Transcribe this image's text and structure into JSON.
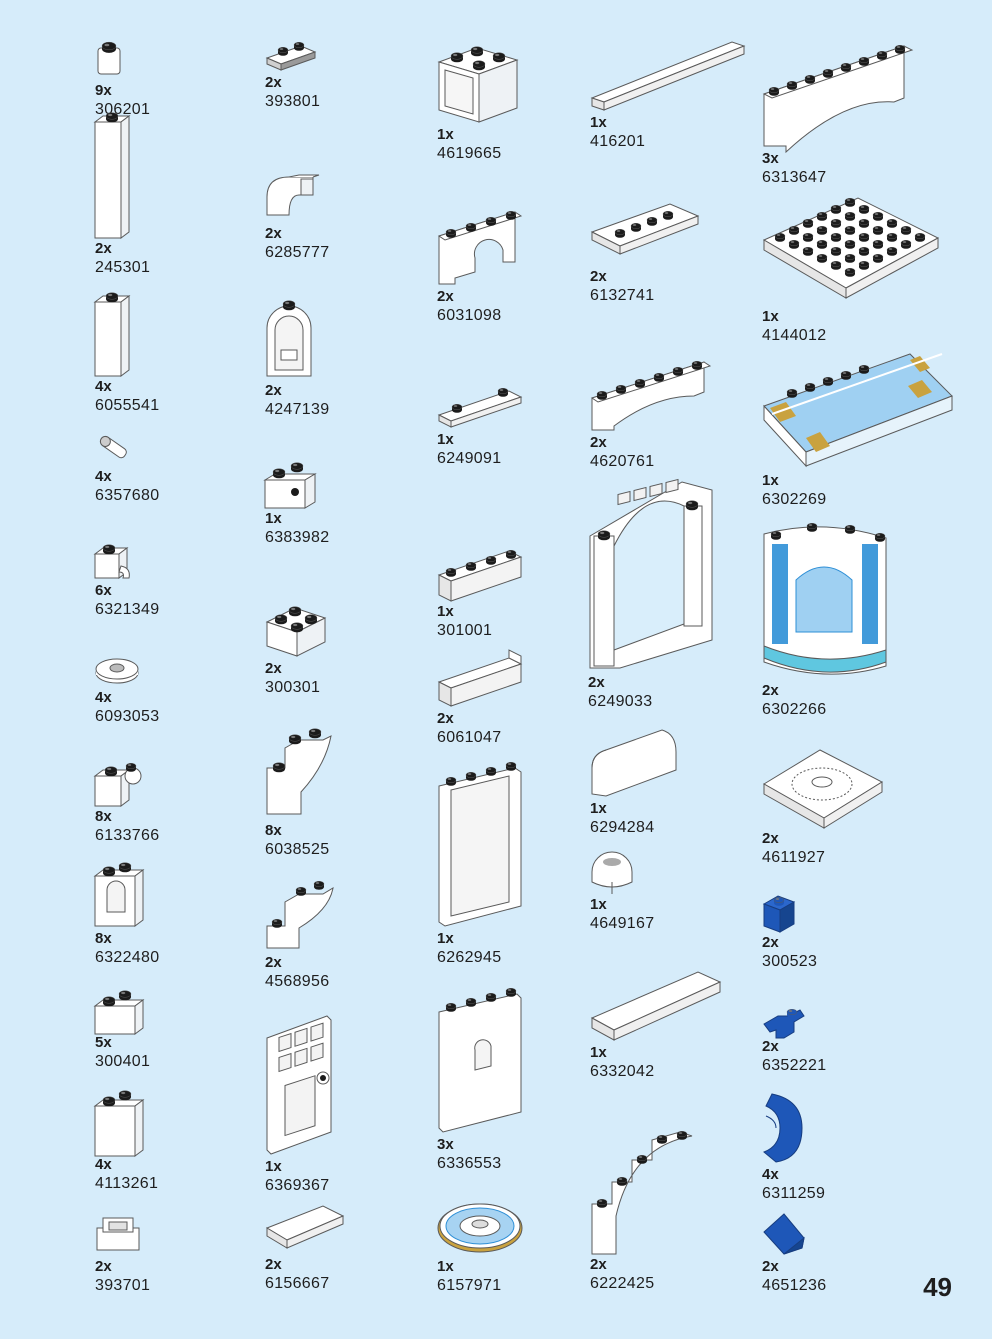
{
  "page_number": "49",
  "parts": [
    {
      "qty": "9x",
      "code": "306201",
      "shape": "round-brick-1x1"
    },
    {
      "qty": "2x",
      "code": "245301",
      "shape": "tall-column-1x1x6"
    },
    {
      "qty": "4x",
      "code": "6055541",
      "shape": "brick-1x1x3"
    },
    {
      "qty": "4x",
      "code": "6357680",
      "shape": "bar-connector"
    },
    {
      "qty": "6x",
      "code": "6321349",
      "shape": "brick-1x1-clip"
    },
    {
      "qty": "4x",
      "code": "6093053",
      "shape": "round-plate-2x2"
    },
    {
      "qty": "8x",
      "code": "6133766",
      "shape": "brick-1x1-side-stud"
    },
    {
      "qty": "8x",
      "code": "6322480",
      "shape": "window-1x2x2"
    },
    {
      "qty": "5x",
      "code": "300401",
      "shape": "brick-1x2"
    },
    {
      "qty": "4x",
      "code": "4113261",
      "shape": "brick-1x2x2"
    },
    {
      "qty": "2x",
      "code": "393701",
      "shape": "hinge-base"
    },
    {
      "qty": "2x",
      "code": "393801",
      "shape": "plate-1x2-grey"
    },
    {
      "qty": "2x",
      "code": "6285777",
      "shape": "curved-slope"
    },
    {
      "qty": "2x",
      "code": "4247139",
      "shape": "arched-window"
    },
    {
      "qty": "1x",
      "code": "6383982",
      "shape": "brick-1x2-hole"
    },
    {
      "qty": "2x",
      "code": "300301",
      "shape": "brick-2x2"
    },
    {
      "qty": "8x",
      "code": "6038525",
      "shape": "curved-bracket"
    },
    {
      "qty": "2x",
      "code": "4568956",
      "shape": "bracket-small"
    },
    {
      "qty": "1x",
      "code": "6369367",
      "shape": "door"
    },
    {
      "qty": "2x",
      "code": "6156667",
      "shape": "tile-2x4"
    },
    {
      "qty": "1x",
      "code": "4619665",
      "shape": "container-2x2"
    },
    {
      "qty": "2x",
      "code": "6031098",
      "shape": "arch-1x4"
    },
    {
      "qty": "1x",
      "code": "6249091",
      "shape": "plate-jumper-1x4"
    },
    {
      "qty": "1x",
      "code": "301001",
      "shape": "brick-1x4"
    },
    {
      "qty": "2x",
      "code": "6061047",
      "shape": "plate-angle"
    },
    {
      "qty": "1x",
      "code": "6262945",
      "shape": "door-frame"
    },
    {
      "qty": "3x",
      "code": "6336553",
      "shape": "wall-panel-window"
    },
    {
      "qty": "1x",
      "code": "6157971",
      "shape": "printed-round-tile"
    },
    {
      "qty": "1x",
      "code": "416201",
      "shape": "tile-1x8"
    },
    {
      "qty": "2x",
      "code": "6132741",
      "shape": "plate-2x4"
    },
    {
      "qty": "2x",
      "code": "4620761",
      "shape": "arch-1x6"
    },
    {
      "qty": "2x",
      "code": "6249033",
      "shape": "arch-window-frame"
    },
    {
      "qty": "1x",
      "code": "6294284",
      "shape": "curved-slope-2x4"
    },
    {
      "qty": "1x",
      "code": "4649167",
      "shape": "dome"
    },
    {
      "qty": "1x",
      "code": "6332042",
      "shape": "tile-2x6"
    },
    {
      "qty": "2x",
      "code": "6222425",
      "shape": "stepped-arch"
    },
    {
      "qty": "3x",
      "code": "6313647",
      "shape": "arch-1x8"
    },
    {
      "qty": "1x",
      "code": "4144012",
      "shape": "plate-6x6"
    },
    {
      "qty": "1x",
      "code": "6302269",
      "shape": "printed-ramp-pool"
    },
    {
      "qty": "2x",
      "code": "6302266",
      "shape": "printed-curved-panel"
    },
    {
      "qty": "2x",
      "code": "4611927",
      "shape": "turntable-plate"
    },
    {
      "qty": "2x",
      "code": "300523",
      "shape": "brick-1x1-blue"
    },
    {
      "qty": "2x",
      "code": "6352221",
      "shape": "clip-blue"
    },
    {
      "qty": "4x",
      "code": "6311259",
      "shape": "curved-blue"
    },
    {
      "qty": "2x",
      "code": "4651236",
      "shape": "slope-blue"
    }
  ],
  "colors": {
    "background": "#d6ecfa",
    "part_white": "#ffffff",
    "part_outline": "#5a5a5a",
    "stud_black": "#1b1b1b",
    "part_blue": "#1e57b8",
    "print_blue": "#2e8fd6",
    "print_gold": "#c9a23f",
    "pool_blue": "#9fd0f2",
    "text": "#1e1e1e"
  }
}
